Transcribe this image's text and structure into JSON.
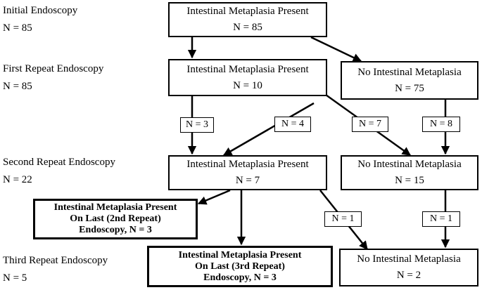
{
  "stages": [
    {
      "label": "Initial Endoscopy",
      "n": "N = 85"
    },
    {
      "label": "First Repeat Endoscopy",
      "n": "N = 85"
    },
    {
      "label": "Second Repeat Endoscopy",
      "n": "N = 22"
    },
    {
      "label": "Third Repeat Endoscopy",
      "n": "N = 5"
    }
  ],
  "boxes": {
    "initial_im": {
      "text": "Intestinal Metaplasia Present",
      "n": "N = 85"
    },
    "first_im": {
      "text": "Intestinal Metaplasia Present",
      "n": "N = 10"
    },
    "first_no_im": {
      "text": "No Intestinal Metaplasia",
      "n": "N = 75"
    },
    "second_im": {
      "text": "Intestinal Metaplasia Present",
      "n": "N = 7"
    },
    "second_no_im": {
      "text": "No Intestinal Metaplasia",
      "n": "N = 15"
    },
    "final_2nd": {
      "line1": "Intestinal Metaplasia Present",
      "line2": "On Last (2nd Repeat)",
      "line3": "Endoscopy, N = 3"
    },
    "final_3rd": {
      "line1": "Intestinal Metaplasia Present",
      "line2": "On Last (3rd Repeat)",
      "line3": "Endoscopy, N = 3"
    },
    "third_no_im": {
      "text": "No Intestinal Metaplasia",
      "n": "N = 2"
    }
  },
  "edge_labels": {
    "im_to_im": "N = 3",
    "no_im_to_im": "N = 4",
    "im_to_no_im": "N = 7",
    "no_im_to_no_im": "N = 8",
    "second_im_to_no_im": "N = 1",
    "second_no_im_to_no_im": "N = 1"
  }
}
